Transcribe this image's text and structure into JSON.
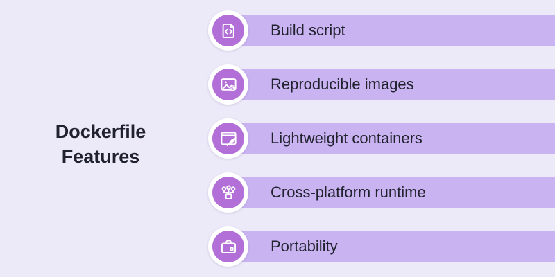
{
  "title": {
    "line1": "Dockerfile",
    "line2": "Features"
  },
  "features": [
    {
      "label": "Build script",
      "icon": "script-code-icon"
    },
    {
      "label": "Reproducible images",
      "icon": "image-refresh-icon"
    },
    {
      "label": "Lightweight containers",
      "icon": "window-feather-icon"
    },
    {
      "label": "Cross-platform runtime",
      "icon": "cross-platform-icon"
    },
    {
      "label": "Portability",
      "icon": "briefcase-icon"
    }
  ],
  "colors": {
    "background": "#ECE9F8",
    "bar": "#C9B3F1",
    "icon_circle": "#B26FD7",
    "icon_glyph": "#FFFFFF",
    "text": "#20222E"
  }
}
